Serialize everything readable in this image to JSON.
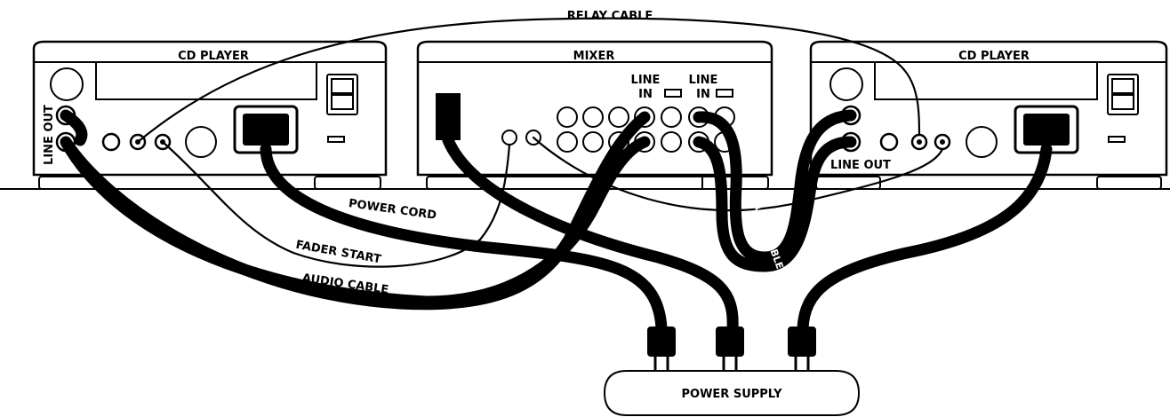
{
  "devices": {
    "cd_player_left": "CD PLAYER",
    "mixer": "MIXER",
    "cd_player_right": "CD PLAYER"
  },
  "mixer_inputs": {
    "line_in_1": [
      "LINE",
      "IN"
    ],
    "line_in_2": [
      "LINE",
      "IN"
    ]
  },
  "jack_labels": {
    "line_out_left": "LINE OUT",
    "line_out_right": "LINE OUT"
  },
  "cables": {
    "relay": "RELAY CABLE",
    "power_cord": "POWER CORD",
    "fader_start": "FADER START",
    "audio_left": "AUDIO CABLE",
    "audio_right": "AUDIO CABLE"
  },
  "power_supply": "POWER SUPPLY"
}
